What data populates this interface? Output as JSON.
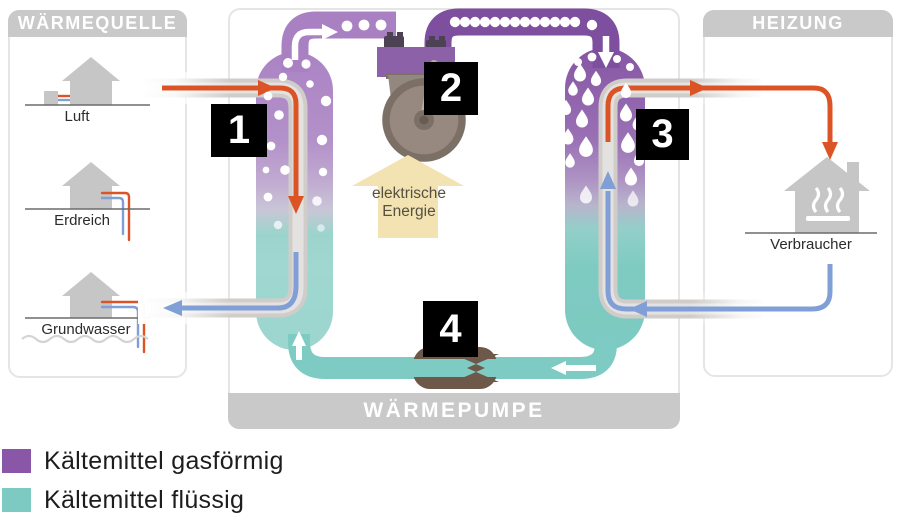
{
  "source_panel": {
    "title": "WÄRMEQUELLE",
    "items": [
      {
        "label": "Luft"
      },
      {
        "label": "Erdreich"
      },
      {
        "label": "Grundwasser"
      }
    ]
  },
  "pump_panel": {
    "title": "WÄRMEPUMPE",
    "markers": {
      "evaporator": "1",
      "compressor": "2",
      "condenser": "3",
      "expansion_valve": "4"
    },
    "energy_label": {
      "line1": "elektrische",
      "line2": "Energie"
    }
  },
  "heating_panel": {
    "title": "HEIZUNG",
    "consumer_label": "Verbraucher"
  },
  "legend": [
    {
      "label": "Kältemittel gasförmig",
      "color": "#8a56a8"
    },
    {
      "label": "Kältemittel flüssig",
      "color": "#7ccac1"
    }
  ],
  "colors": {
    "refrigerant_gas_purple": "#8a56a8",
    "refrigerant_liquid_teal": "#7ccac1",
    "warm_flow_orange": "#dc5426",
    "cold_flow_blue": "#7f9fd6",
    "electric_energy_beige": "#f3e3b2",
    "panel_gray": "#c9c9c9"
  }
}
